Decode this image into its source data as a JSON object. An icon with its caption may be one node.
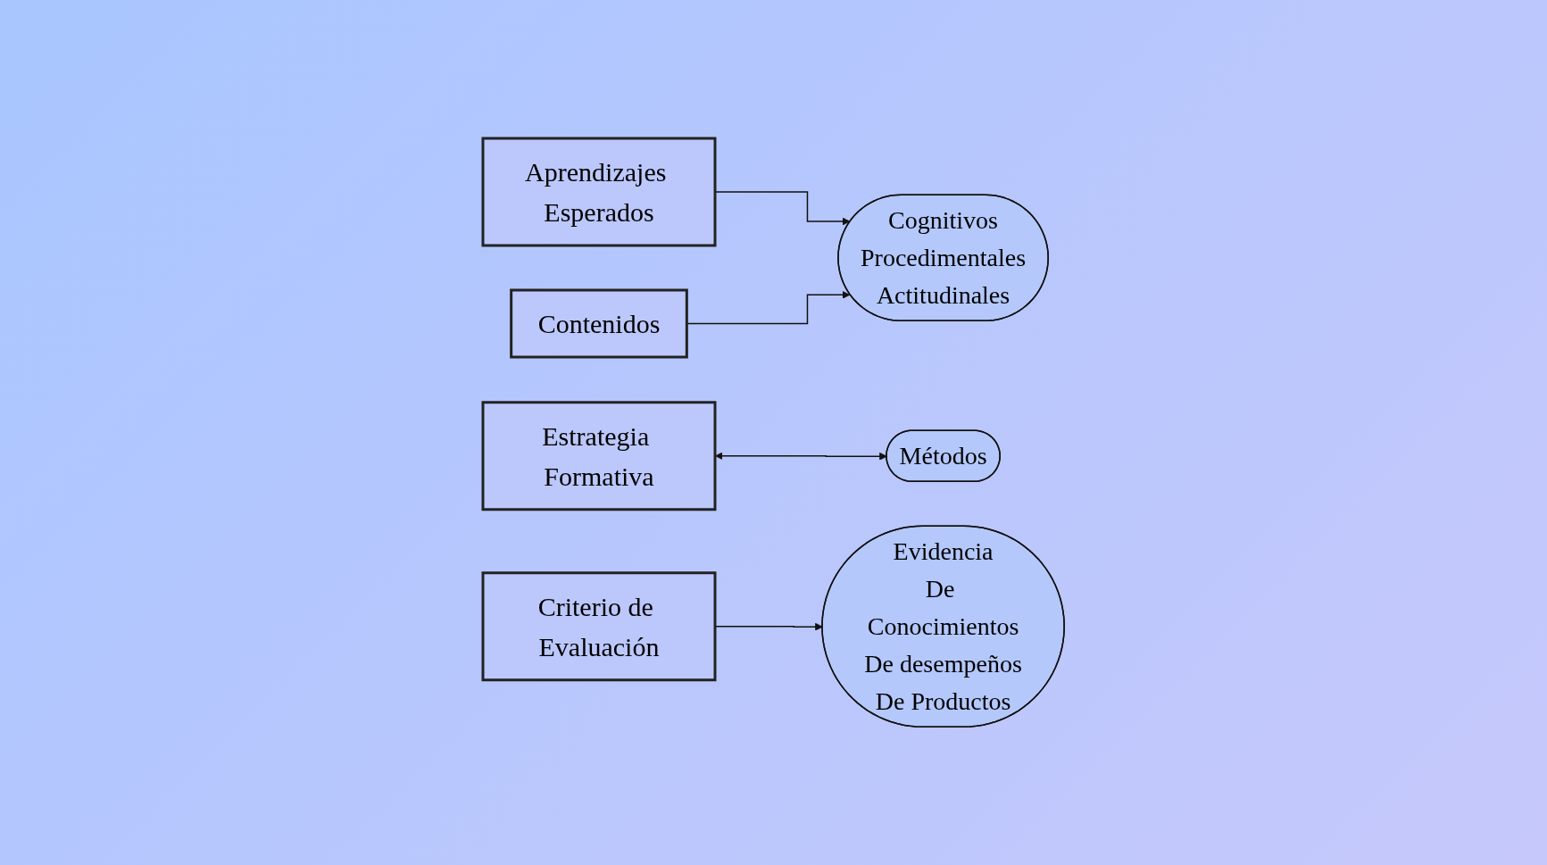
{
  "diagram": {
    "nodes": [
      {
        "text": [
          "Aprendizajes Esperados"
        ]
      },
      {
        "text": [
          "Cognitivos",
          "Procedimentales",
          "Actitudinales"
        ]
      },
      {
        "text": [
          "Contenidos"
        ]
      },
      {
        "text": [
          "Estrategia Formativa"
        ]
      },
      {
        "text": [
          "Métodos"
        ]
      },
      {
        "text": [
          "Criterio de Evaluación"
        ]
      },
      {
        "text": [
          "Evidencia",
          "De Conocimientos",
          "De desempeños",
          "De Productos"
        ]
      }
    ],
    "edges": [
      {
        "from": 0,
        "to": 1,
        "arrow": "to"
      },
      {
        "from": 2,
        "to": 1,
        "arrow": "to"
      },
      {
        "from": 3,
        "to": 4,
        "arrow": "both"
      },
      {
        "from": 5,
        "to": 6,
        "arrow": "to"
      }
    ]
  }
}
